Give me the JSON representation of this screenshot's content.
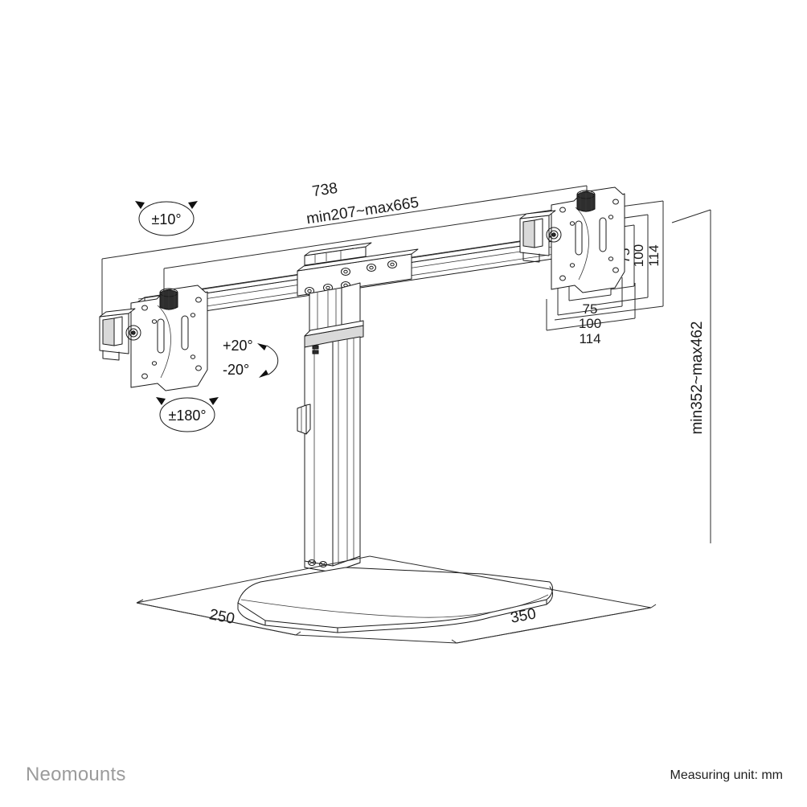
{
  "page": {
    "title": "Neomounts dual monitor desk stand dimensional drawing",
    "background_color": "#ffffff",
    "line_color": "#1a1a1a"
  },
  "footer": {
    "brand": "Neomounts",
    "brand_color": "#9b9b9b",
    "unit_note": "Measuring unit: mm",
    "unit_note_color": "#1f1f1f"
  },
  "dimensions": {
    "overall_width": "738",
    "width_range": "min207~max665",
    "height_range": "min352~max462",
    "base_depth": "250",
    "base_width": "350",
    "vesa_vertical": {
      "inner": "75",
      "middle": "100",
      "outer": "114"
    },
    "vesa_horizontal": {
      "inner": "75",
      "middle": "100",
      "outer": "114"
    }
  },
  "angles": {
    "swivel": "±10°",
    "rotate": "±180°",
    "tilt_up": "+20°",
    "tilt_down": "-20°"
  },
  "parts": {
    "left_vesa_plate": "left-monitor-vesa-plate",
    "right_vesa_plate": "right-monitor-vesa-plate",
    "crossbar": "horizontal-crossbar-rail",
    "center_bracket": "center-mounting-bracket",
    "column": "vertical-column-pole",
    "base": "weighted-desk-base",
    "left_knob": "left-adjustment-knob",
    "right_knob": "right-adjustment-knob",
    "cable_clip": "cable-management-clip"
  }
}
